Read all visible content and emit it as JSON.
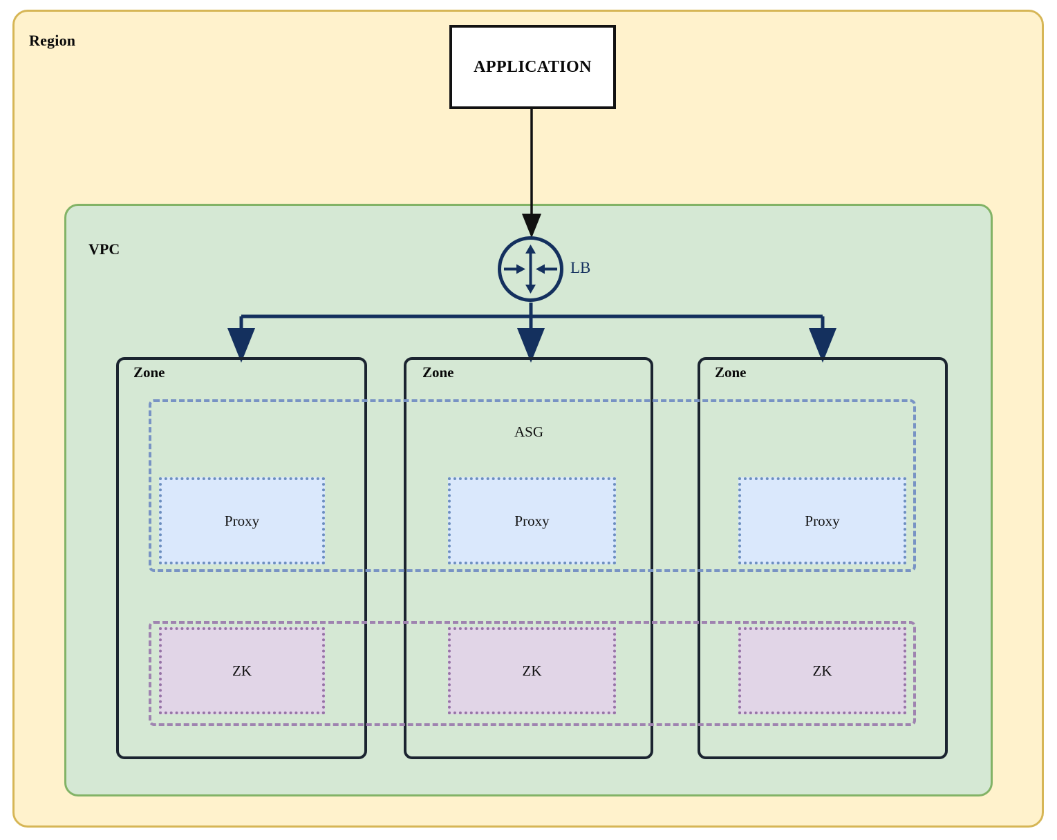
{
  "diagram": {
    "title": "Region",
    "colors": {
      "region_fill": "#fff2cc",
      "region_border": "#d6b656",
      "vpc_fill": "#d5e8d4",
      "vpc_border": "#82b366",
      "zone_border": "#1b2430",
      "app_fill": "#ffffff",
      "app_border": "#121212",
      "proxy_fill": "#dae8fc",
      "proxy_border": "#6c8ebf",
      "zk_fill": "#e1d5e7",
      "zk_border": "#9673a6",
      "asg_border": "#7893c4",
      "zk_group_border": "#9f83b0",
      "connector": "#14305e"
    }
  },
  "region": {
    "label": "Region"
  },
  "vpc": {
    "label": "VPC"
  },
  "application": {
    "label": "APPLICATION"
  },
  "load_balancer": {
    "label": "LB",
    "icon": "load-balancer-icon"
  },
  "groups": {
    "asg": {
      "label": "ASG"
    },
    "zk_group": {
      "label": ""
    }
  },
  "zones": [
    {
      "label": "Zone",
      "proxy": {
        "label": "Proxy"
      },
      "zk": {
        "label": "ZK"
      }
    },
    {
      "label": "Zone",
      "proxy": {
        "label": "Proxy"
      },
      "zk": {
        "label": "ZK"
      }
    },
    {
      "label": "Zone",
      "proxy": {
        "label": "Proxy"
      },
      "zk": {
        "label": "ZK"
      }
    }
  ],
  "connections": [
    {
      "from": "APPLICATION",
      "to": "LB"
    },
    {
      "from": "LB",
      "to": "Zone 1"
    },
    {
      "from": "LB",
      "to": "Zone 2"
    },
    {
      "from": "LB",
      "to": "Zone 3"
    }
  ]
}
